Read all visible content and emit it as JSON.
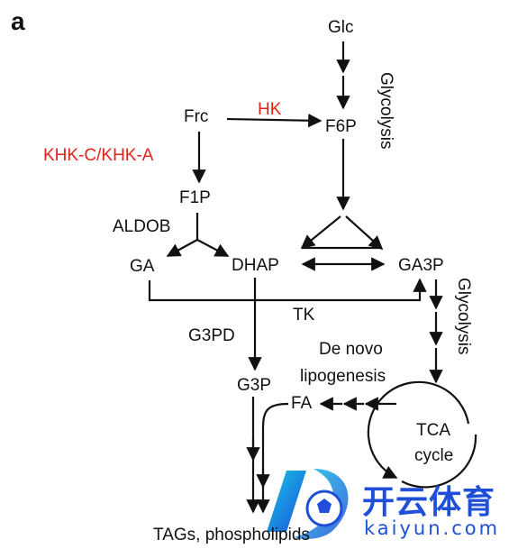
{
  "panel_label": "a",
  "nodes": {
    "glc": "Glc",
    "f6p": "F6P",
    "frc": "Frc",
    "f1p": "F1P",
    "ga": "GA",
    "dhap": "DHAP",
    "ga3p": "GA3P",
    "g3p": "G3P",
    "fa": "FA",
    "tca": "TCA",
    "cycle": "cycle",
    "tags": "TAGs, phospholipids"
  },
  "enzymes": {
    "hk": "HK",
    "khk": "KHK-C/KHK-A",
    "aldob": "ALDOB",
    "tk": "TK",
    "g3pd": "G3PD"
  },
  "pathways": {
    "glycolysis_top": "Glycolysis",
    "glycolysis_right": "Glycolysis",
    "de_novo": "De novo",
    "lipogenesis": "lipogenesis"
  },
  "watermark": {
    "chinese": "开云体育",
    "latin": "kaiyun.com"
  },
  "colors": {
    "ink": "#111111",
    "enzyme_red": "#e0231b",
    "watermark_blue": "#1f4fd8",
    "watermark_cyan": "#14c8e8"
  }
}
